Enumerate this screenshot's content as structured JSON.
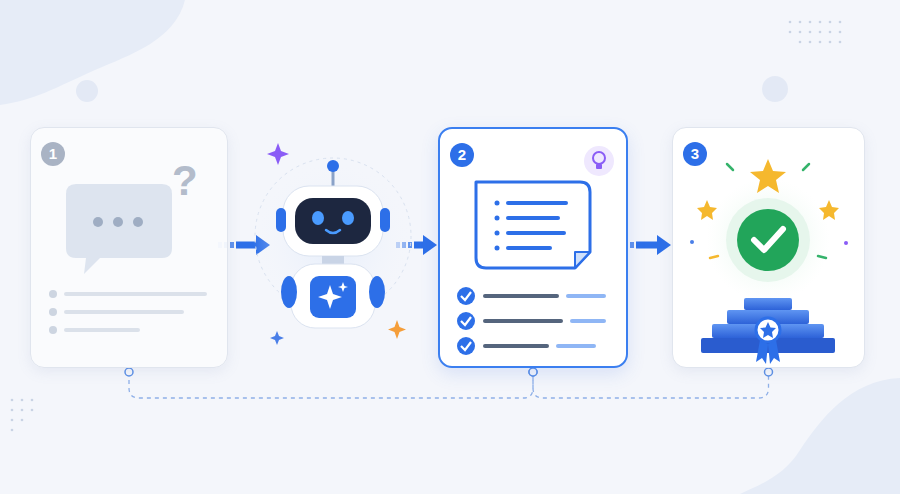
{
  "diagram": {
    "nodes": [
      {
        "text": [
          "1"
        ]
      },
      {
        "text": [
          "2"
        ]
      },
      {
        "text": [
          "3"
        ]
      }
    ],
    "edges": [
      {
        "from": 0,
        "to": 1,
        "arrow": "to"
      },
      {
        "from": 1,
        "to": 2,
        "arrow": "to"
      },
      {
        "from": 0,
        "to": 1,
        "arrow": "none"
      },
      {
        "from": 1,
        "to": 2,
        "arrow": "none"
      }
    ],
    "labels": [
      "?"
    ]
  }
}
